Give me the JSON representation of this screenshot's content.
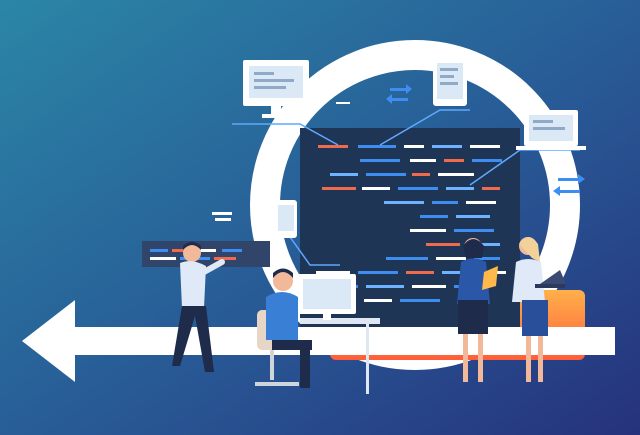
{
  "scene": {
    "colors": {
      "bg_left": "#2a7fa3",
      "bg_right": "#27357f",
      "ring": "#ffffff",
      "code_panel": "#1f3556",
      "accent_orange": "#f06a4d",
      "accent_blue": "#3d8ef0",
      "arrow": "#ffffff",
      "desk_glow": "#ff7a3d"
    },
    "icons": [
      "desktop-monitor-icon",
      "tablet-icon",
      "laptop-icon",
      "smartphone-icon",
      "lightbulb-icon",
      "swap-arrows-icon"
    ],
    "figures": [
      "person-pointing",
      "developer-at-desk",
      "woman-with-folder",
      "woman-with-laptop"
    ]
  }
}
